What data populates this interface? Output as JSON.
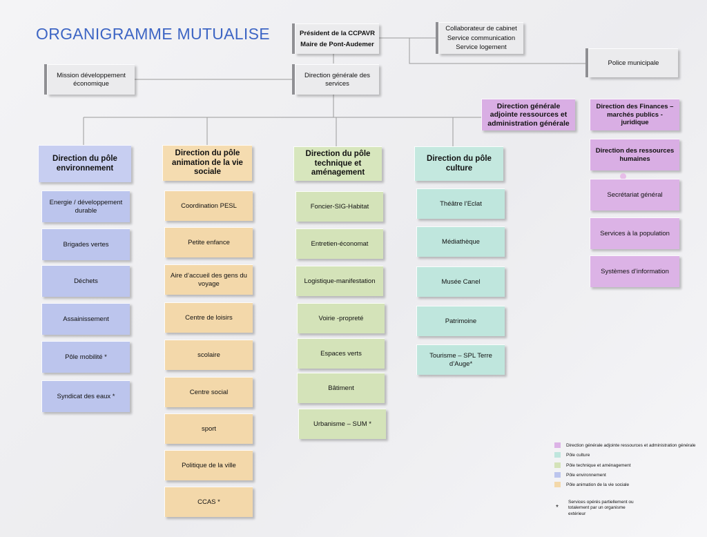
{
  "title": "ORGANIGRAMME MUTUALISE",
  "top": {
    "president_line1": "Président de la CCPAVR",
    "president_line2": "Maire de Pont-Audemer",
    "cabinet_line1": "Collaborateur de cabinet",
    "cabinet_line2": "Service communication",
    "cabinet_line3": "Service logement",
    "police": "Police municipale",
    "mission": "Mission développement économique",
    "dgs": "Direction générale des services",
    "dga": "Direction générale adjointe ressources et administration générale"
  },
  "poles": {
    "environnement": {
      "head": "Direction du pôle environnement",
      "items": [
        "Energie / développement durable",
        "Brigades vertes",
        "Déchets",
        "Assainissement",
        "Pôle mobilité *",
        "Syndicat des eaux *"
      ]
    },
    "animation": {
      "head": "Direction du pôle animation de la vie sociale",
      "items": [
        "Coordination PESL",
        "Petite enfance",
        "Aire d’accueil des gens du voyage",
        "Centre de loisirs",
        "scolaire",
        "Centre social",
        "sport",
        "Politique de la ville",
        "CCAS *"
      ]
    },
    "technique": {
      "head": "Direction du pôle technique et aménagement",
      "items": [
        "Foncier-SIG-Habitat",
        "Entretien-économat",
        "Logistique-manifestation",
        "Voirie -propreté",
        "Espaces verts",
        "Bâtiment",
        "Urbanisme – SUM *"
      ]
    },
    "culture": {
      "head": "Direction du pôle culture",
      "items": [
        "Théâtre l’Eclat",
        "Médiathèque",
        "Musée Canel",
        "Patrimoine",
        "Tourisme – SPL Terre d’Auge*"
      ]
    },
    "ressources": {
      "items": [
        "Direction des Finances – marchés publics -juridique",
        "Direction des ressources humaines",
        "Secrétariat général",
        "Services à la population",
        "Systèmes d’information"
      ]
    }
  },
  "legend": {
    "items": [
      {
        "color": "#dcb3e6",
        "label": "Direction générale adjointe ressources et administration générale"
      },
      {
        "color": "#bfe6dd",
        "label": "Pôle culture"
      },
      {
        "color": "#d4e3b9",
        "label": "Pôle technique et aménagement"
      },
      {
        "color": "#bcc5ed",
        "label": "Pôle environnement"
      },
      {
        "color": "#f3d8aa",
        "label": "Pôle animation de la vie sociale"
      }
    ],
    "star": "*",
    "note": "Services opérés partiellement ou totalement par un organisme extérieur"
  }
}
